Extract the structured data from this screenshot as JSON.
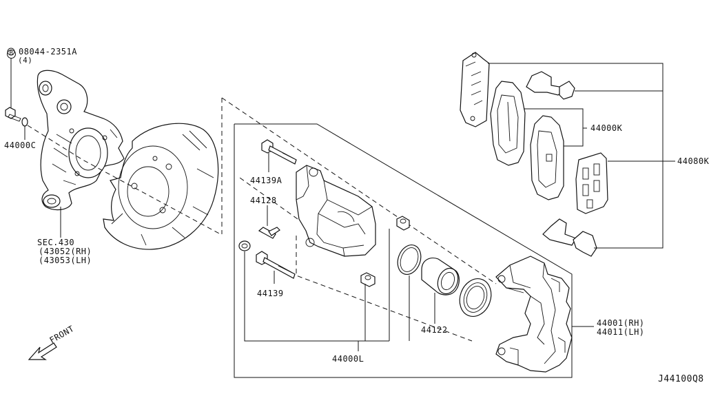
{
  "labels": {
    "bolt_partno": "08044-2351A",
    "bolt_qty": "(4)",
    "bolt_marker": "B",
    "washer": "44000C",
    "sec_ref": "SEC.430",
    "sec_rh": "(43052(RH)",
    "sec_lh": "(43053(LH)",
    "bolt_44139a": "44139A",
    "pin_44128": "44128",
    "bolt_44139": "44139",
    "piston_44122": "44122",
    "seal_kit_44000l": "44000L",
    "pad_set_44000k": "44000K",
    "hardware_44080k": "44080K",
    "caliper_rh": "44001(RH)",
    "caliper_lh": "44011(LH)",
    "front": "FRONT",
    "diagram_id": "J44100Q8"
  }
}
